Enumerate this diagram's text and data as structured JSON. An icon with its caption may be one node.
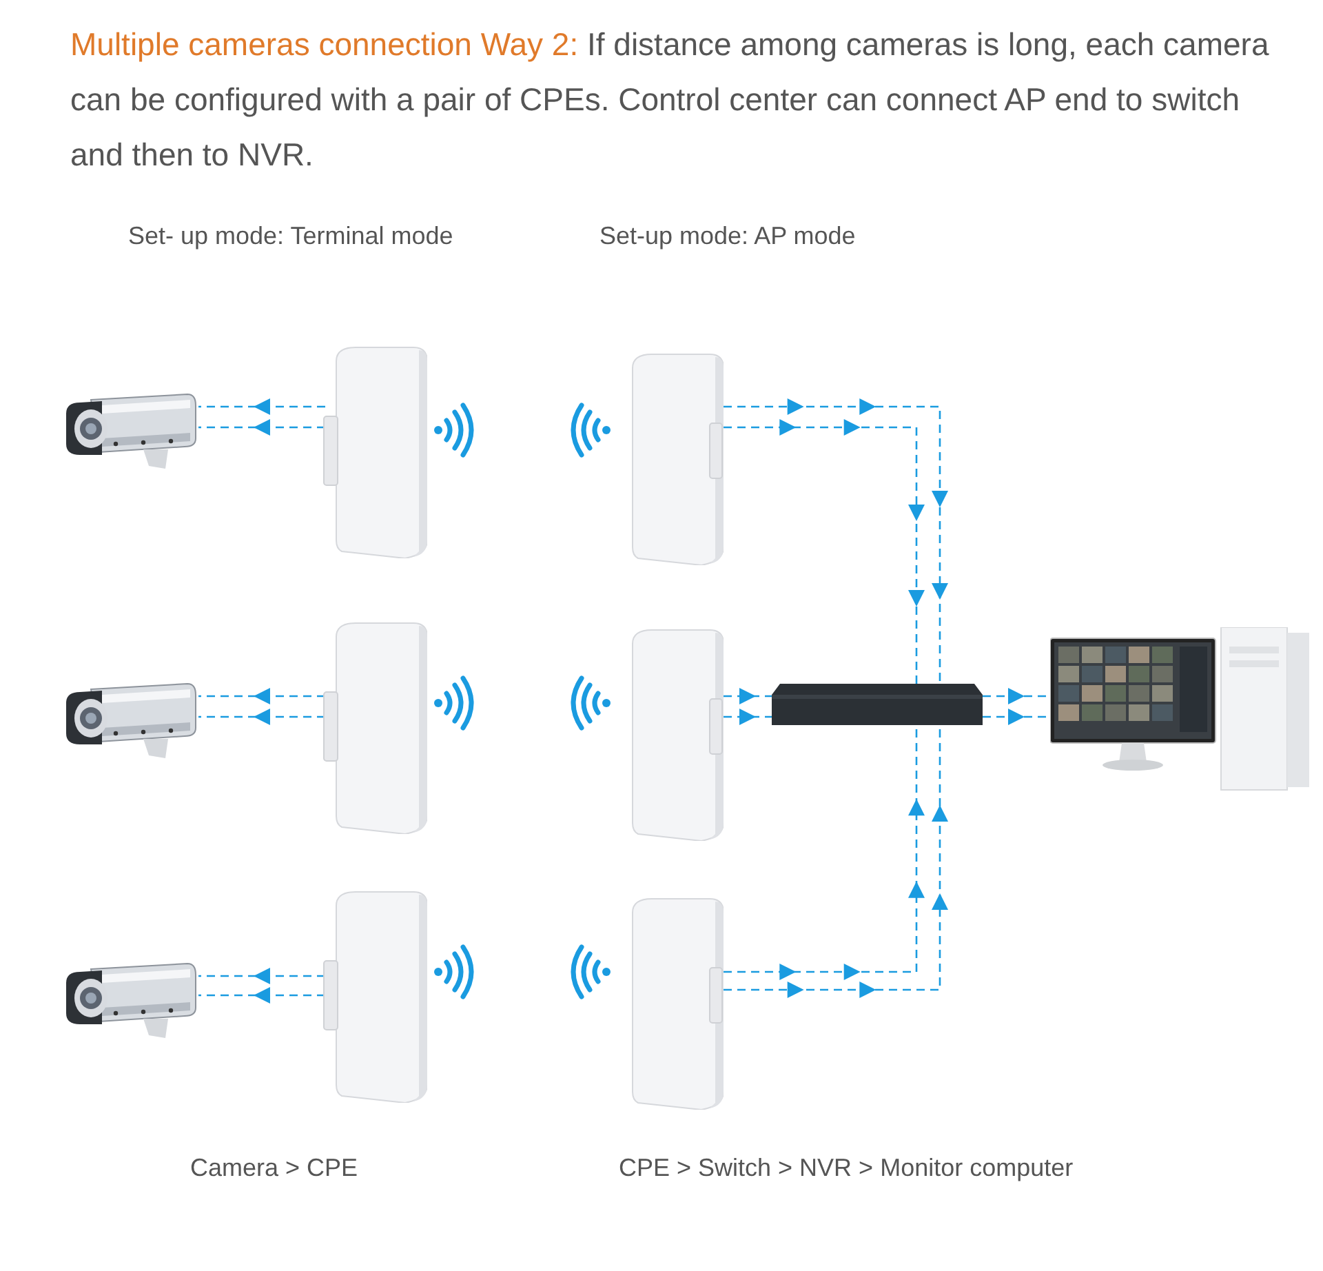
{
  "diagram": {
    "title": "Multiple cameras connection Way 2:",
    "nodes": [
      {
        "text": [],
        "shape": "picture"
      },
      {
        "text": [],
        "shape": "picture"
      },
      {
        "text": [],
        "shape": "picture"
      },
      {
        "text": [],
        "shape": "picture"
      },
      {
        "text": [],
        "shape": "picture"
      },
      {
        "text": [],
        "shape": "picture"
      },
      {
        "text": [],
        "shape": "picture"
      },
      {
        "text": [],
        "shape": "picture"
      },
      {
        "text": [],
        "shape": "picture"
      },
      {
        "text": [],
        "shape": "picture"
      },
      {
        "text": [],
        "shape": "picture"
      }
    ],
    "edges": [
      {
        "from": 3,
        "to": 0,
        "arrow": "to",
        "style": "dashed"
      },
      {
        "from": 3,
        "to": 0,
        "arrow": "to",
        "style": "dashed"
      },
      {
        "from": 4,
        "to": 1,
        "arrow": "to",
        "style": "dashed"
      },
      {
        "from": 4,
        "to": 1,
        "arrow": "to",
        "style": "dashed"
      },
      {
        "from": 5,
        "to": 2,
        "arrow": "to",
        "style": "dashed"
      },
      {
        "from": 5,
        "to": 2,
        "arrow": "to",
        "style": "dashed"
      },
      {
        "from": 6,
        "to": 9,
        "arrow": "to",
        "style": "dashed"
      },
      {
        "from": 6,
        "to": 9,
        "arrow": "to",
        "style": "dashed"
      },
      {
        "from": 7,
        "to": 9,
        "arrow": "to",
        "style": "dashed"
      },
      {
        "from": 7,
        "to": 9,
        "arrow": "to",
        "style": "dashed"
      },
      {
        "from": 8,
        "to": 9,
        "arrow": "to",
        "style": "dashed"
      },
      {
        "from": 8,
        "to": 9,
        "arrow": "to",
        "style": "dashed"
      },
      {
        "from": 9,
        "to": 10,
        "arrow": "to",
        "style": "dashed"
      },
      {
        "from": 9,
        "to": 10,
        "arrow": "to",
        "style": "dashed"
      }
    ],
    "labels": [
      "If distance among cameras is long, each camera can be configured with a pair of CPEs. Control center can connect AP end to switch and then to NVR.",
      "Set- up mode: Terminal mode",
      "Set-up mode: AP mode",
      "Camera > CPE",
      "CPE > Switch > NVR > Monitor computer"
    ]
  }
}
